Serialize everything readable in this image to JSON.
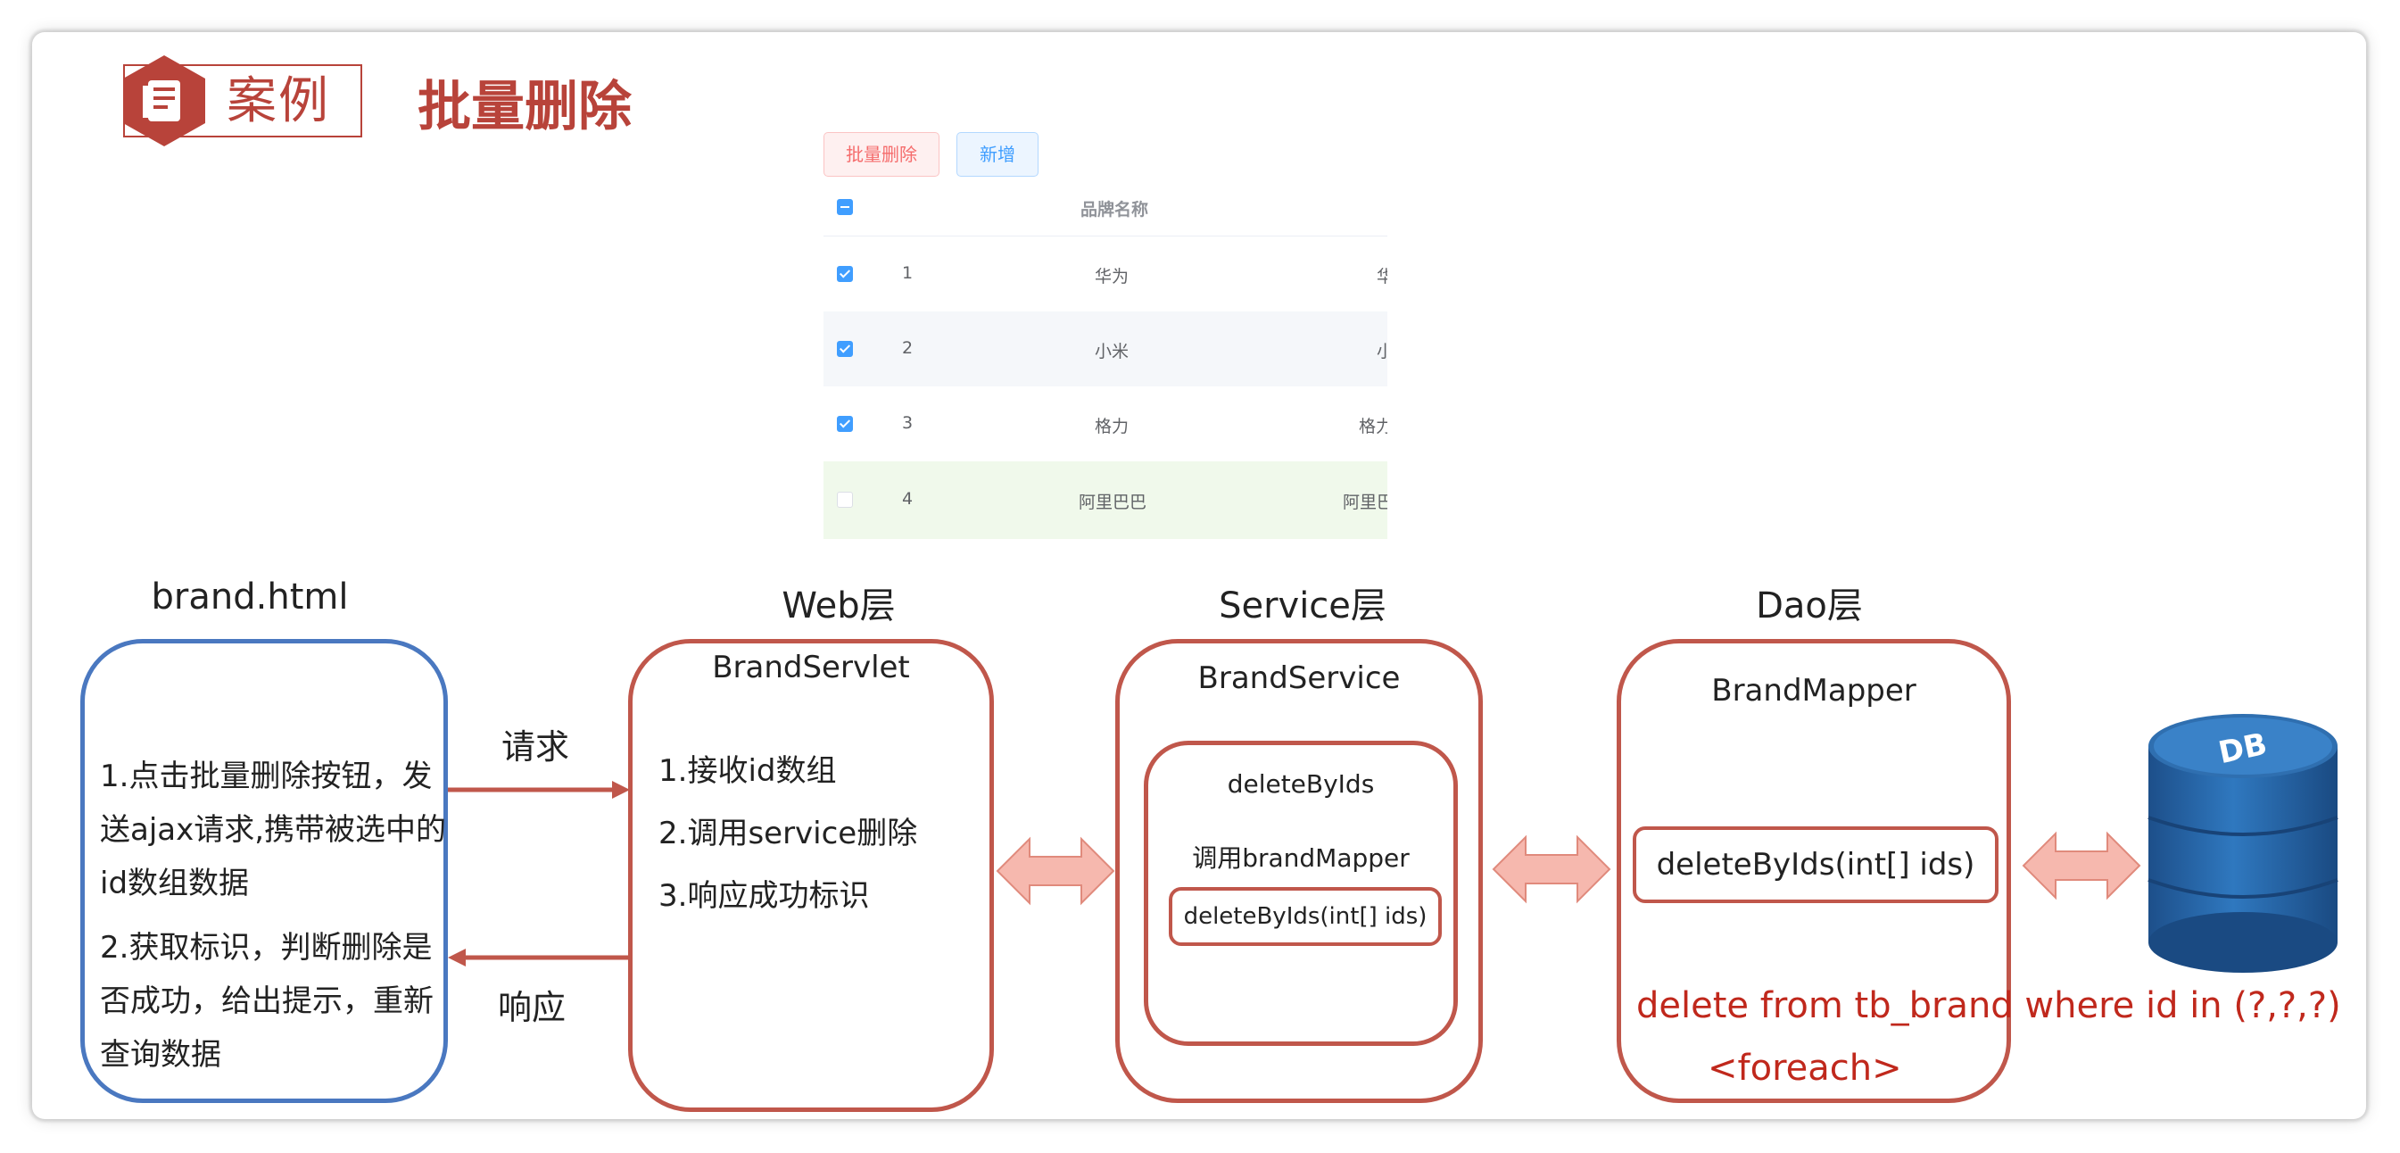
{
  "header": {
    "badge_label": "案例",
    "title": "批量删除"
  },
  "brand_table": {
    "buttons": {
      "batch_delete": "批量删除",
      "add": "新增"
    },
    "column_header": "品牌名称",
    "rows": [
      {
        "id": "1",
        "name": "华为",
        "col3": "华",
        "checked": true
      },
      {
        "id": "2",
        "name": "小米",
        "col3": "小",
        "checked": true
      },
      {
        "id": "3",
        "name": "格力",
        "col3": "格力",
        "checked": true
      },
      {
        "id": "4",
        "name": "阿里巴巴",
        "col3": "阿里巴",
        "checked": false
      }
    ]
  },
  "diagram": {
    "columns": {
      "page": "brand.html",
      "web": "Web层",
      "service": "Service层",
      "dao": "Dao层"
    },
    "page_box": {
      "lines": [
        "1.点击批量删除按钮，发",
        "送ajax请求,携带被选中的",
        "id数组数据",
        "2.获取标识，判断删除是",
        "否成功，给出提示，重新",
        "查询数据"
      ]
    },
    "request_label": "请求",
    "response_label": "响应",
    "web_box": {
      "title": "BrandServlet",
      "steps": [
        "1.接收id数组",
        "2.调用service删除",
        "3.响应成功标识"
      ]
    },
    "service_box": {
      "title": "BrandService",
      "inner_title": "deleteByIds",
      "inner_call": "调用brandMapper",
      "inner_method": "deleteByIds(int[] ids)"
    },
    "dao_box": {
      "title": "BrandMapper",
      "method": "deleteByIds(int[] ids)"
    },
    "sql": "delete from tb_brand where id in (?,?,?)",
    "foreach": "<foreach>",
    "db_label": "DB"
  },
  "colors": {
    "accent_red": "#b8433a",
    "box_red": "#c0574b",
    "box_blue": "#4a78c0",
    "sql_red": "#c0281c",
    "db_blue": "#2f6fb0",
    "arrow_pink": "#f6b8ae"
  }
}
